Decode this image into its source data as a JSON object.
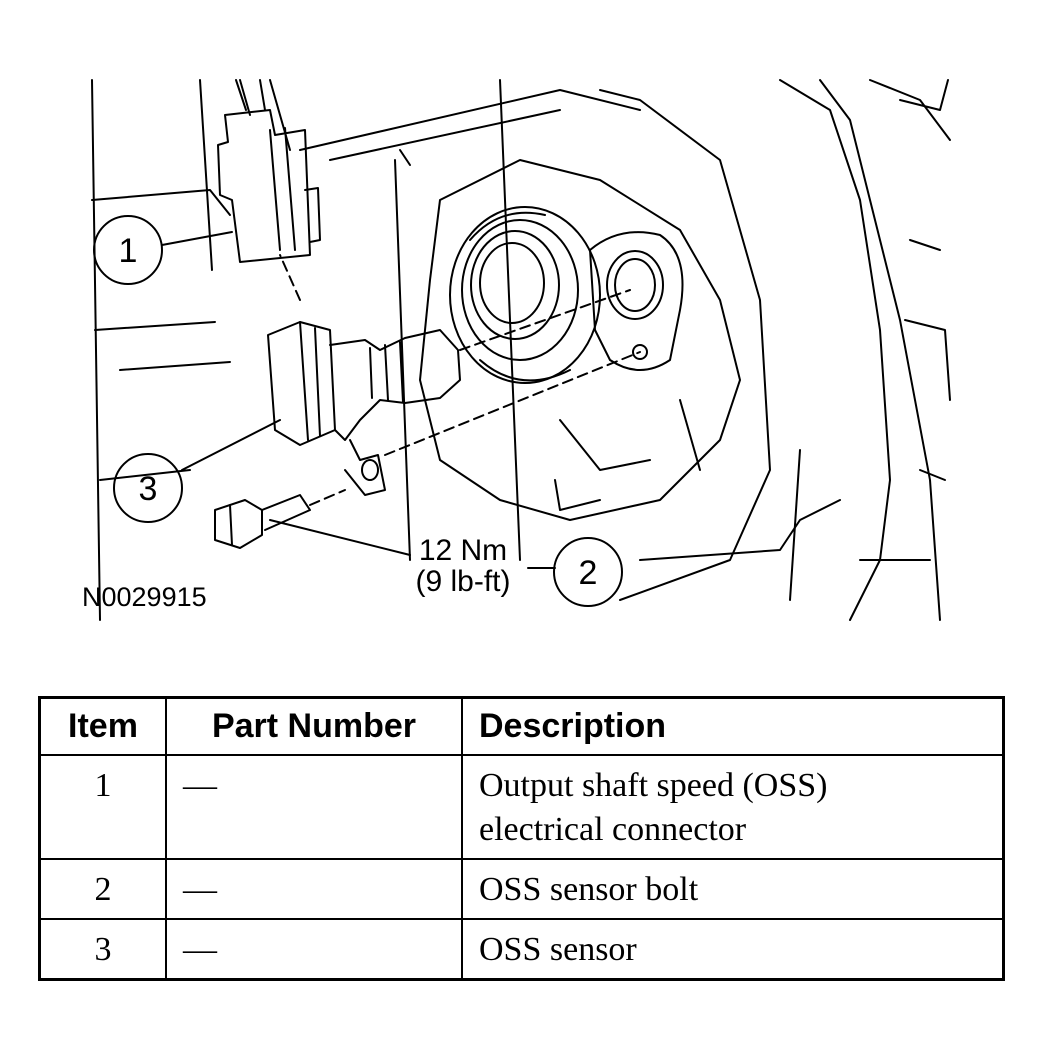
{
  "figure": {
    "id_label": "N0029915",
    "callouts": [
      {
        "number": "1"
      },
      {
        "number": "2"
      },
      {
        "number": "3"
      }
    ],
    "torque": {
      "line1": "12 Nm",
      "line2": "(9 lb-ft)"
    }
  },
  "table": {
    "headers": {
      "item": "Item",
      "part_number": "Part Number",
      "description": "Description"
    },
    "rows": [
      {
        "item": "1",
        "part_number": "—",
        "description": [
          "Output shaft speed (OSS)",
          "electrical connector"
        ]
      },
      {
        "item": "2",
        "part_number": "—",
        "description": [
          "OSS sensor bolt"
        ]
      },
      {
        "item": "3",
        "part_number": "—",
        "description": [
          "OSS sensor"
        ]
      }
    ]
  }
}
